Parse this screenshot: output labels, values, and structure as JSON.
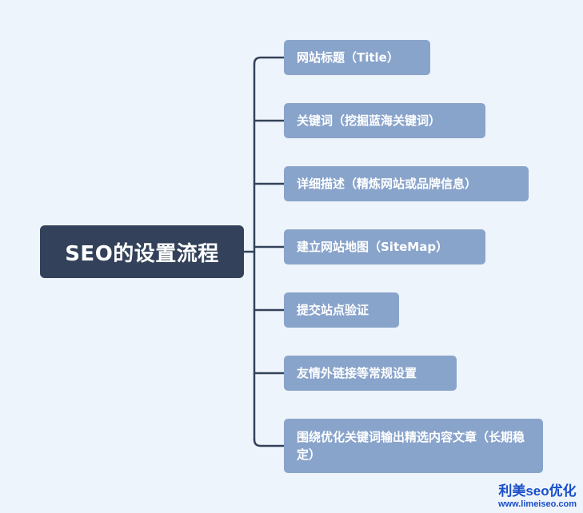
{
  "central": {
    "title": "SEO的设置流程"
  },
  "branches": [
    {
      "label": "网站标题（Title）"
    },
    {
      "label": "关键词（挖掘蓝海关键词）"
    },
    {
      "label": "详细描述（精炼网站或品牌信息）"
    },
    {
      "label": "建立网站地图（SiteMap）"
    },
    {
      "label": "提交站点验证"
    },
    {
      "label": "友情外链接等常规设置"
    },
    {
      "label": "围绕优化关键词输出精选内容文章（长期稳定）"
    }
  ],
  "watermark": {
    "title": "利美seo优化",
    "url": "www.limeiseo.com"
  },
  "colors": {
    "background": "#eef4fb",
    "central_fill": "#33425a",
    "branch_fill": "#89a4cb",
    "connector": "#33425a",
    "watermark": "#1a4ec9"
  }
}
